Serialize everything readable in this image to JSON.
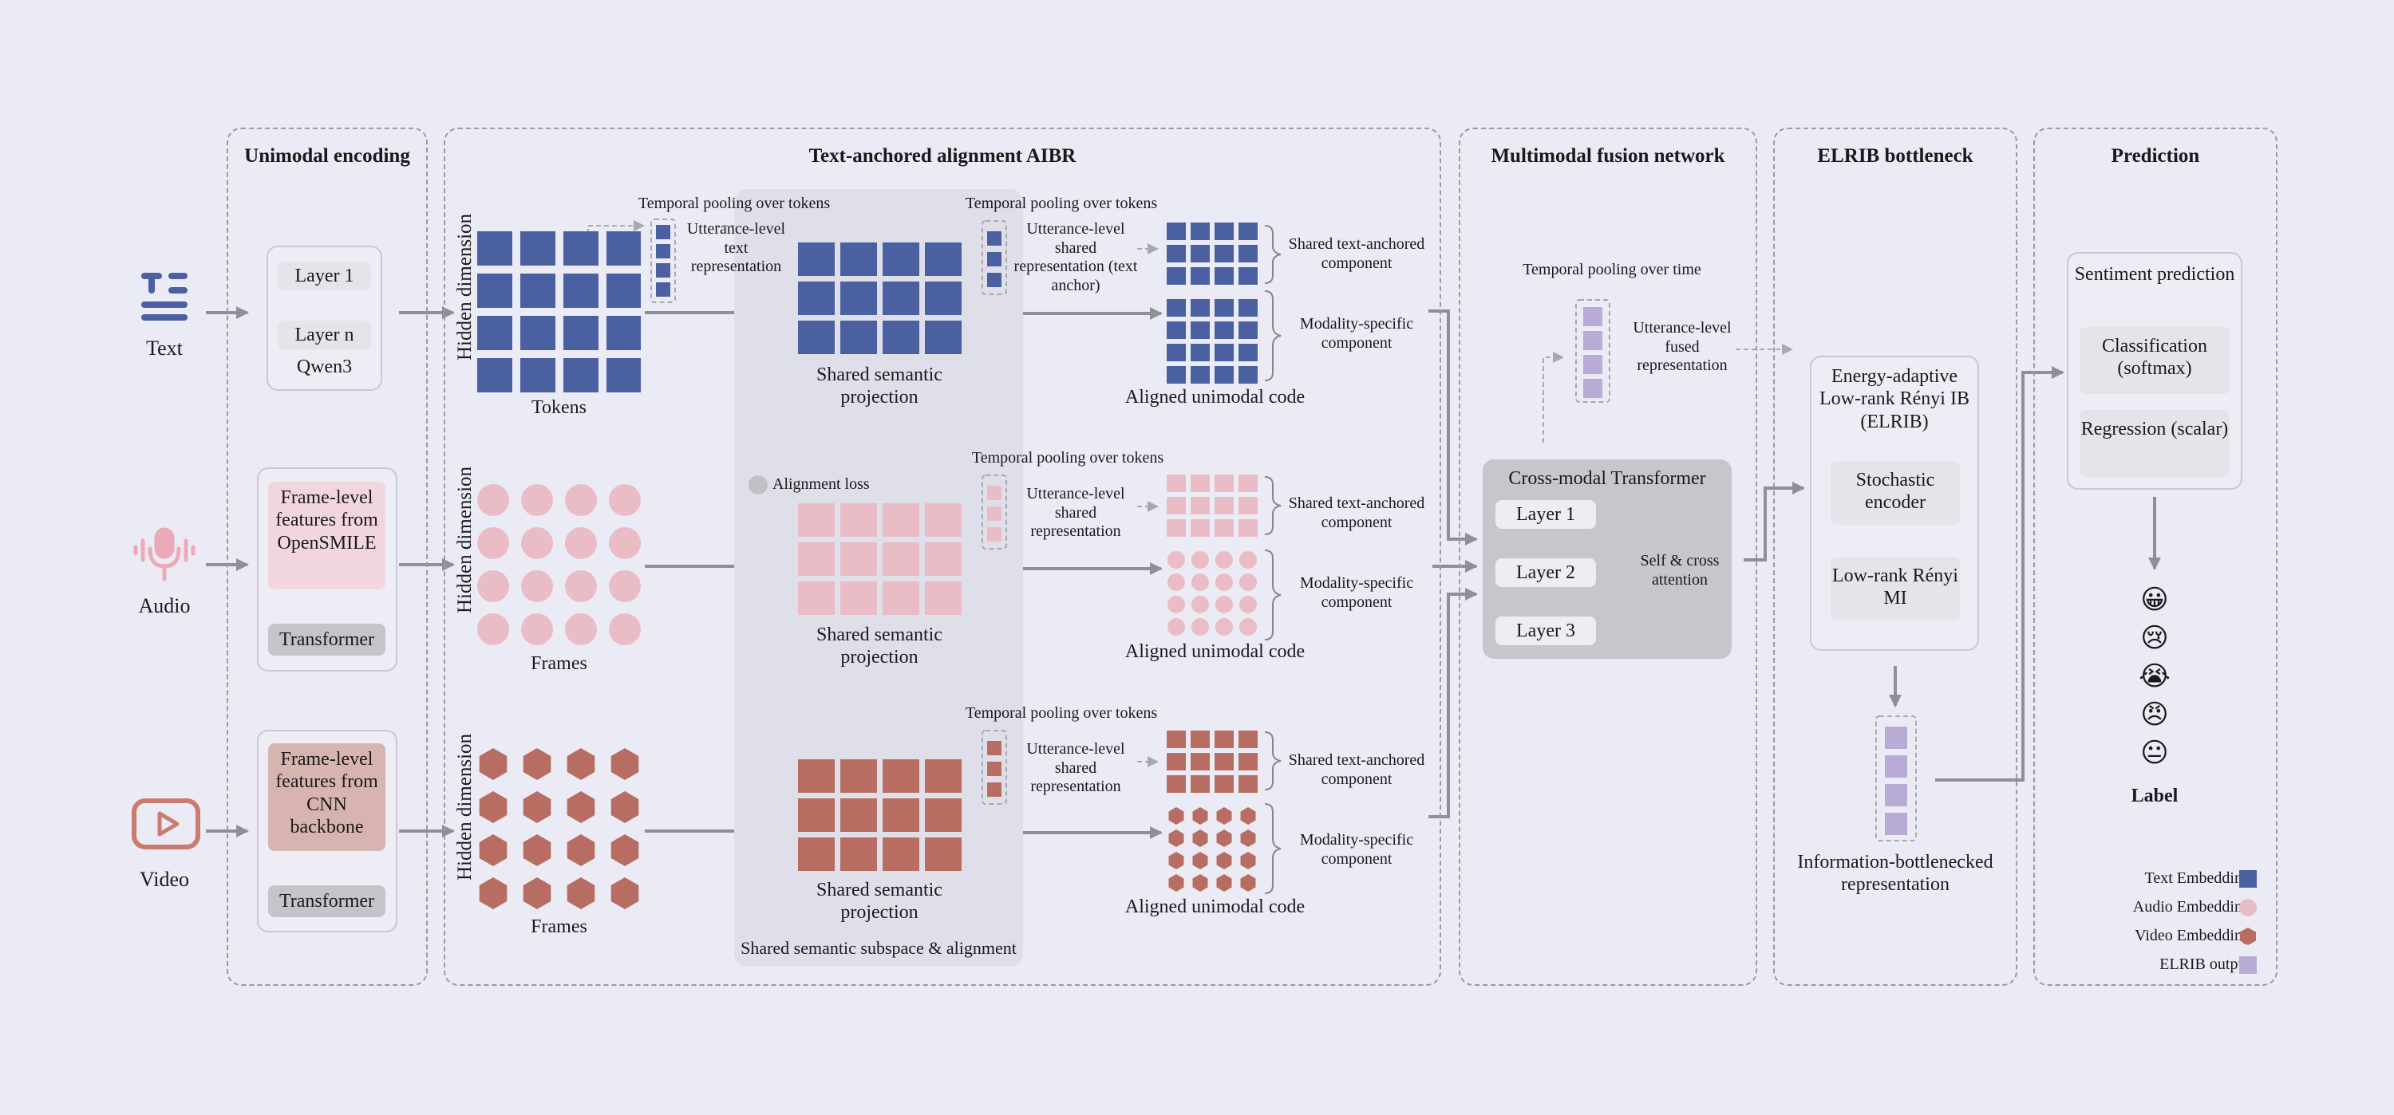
{
  "panels": {
    "unimodal": "Unimodal encoding",
    "alignment": "Text-anchored alignment AIBR",
    "fusion": "Multimodal fusion network",
    "elrib": "ELRIB bottleneck",
    "prediction": "Prediction"
  },
  "inputs": {
    "text": "Text",
    "audio": "Audio",
    "video": "Video"
  },
  "encoders": {
    "text": {
      "layer1": "Layer 1",
      "layern": "Layer n",
      "model": "Qwen3"
    },
    "audio": {
      "features": "Frame-level features from OpenSMILE",
      "model": "Transformer"
    },
    "video": {
      "features": "Frame-level features from CNN backbone",
      "model": "Transformer"
    }
  },
  "alignment": {
    "hidden_dim": "Hidden dimension",
    "tokens": "Tokens",
    "frames": "Frames",
    "pool_tokens": "Temporal pooling over tokens",
    "utt_text": "Utterance-level text representation",
    "utt_shared_anchor": "Utterance-level shared representation (text anchor)",
    "utt_shared": "Utterance-level shared representation",
    "shared_proj": "Shared semantic projection",
    "alignment_loss": "Alignment loss",
    "subspace": "Shared semantic subspace & alignment",
    "shared_component": "Shared text-anchored component",
    "specific_component": "Modality-specific component",
    "aligned_code": "Aligned unimodal code"
  },
  "fusion": {
    "pool_time": "Temporal pooling over time",
    "utt_fused": "Utterance-level fused representation",
    "transformer": "Cross-modal Transformer",
    "layers": [
      "Layer 1",
      "Layer 2",
      "Layer 3"
    ],
    "attention": "Self & cross attention"
  },
  "elrib": {
    "title": "Energy-adaptive Low-rank Rényi IB (ELRIB)",
    "encoder": "Stochastic encoder",
    "mi": "Low-rank Rényi MI",
    "output": "Information-bottlenecked representation"
  },
  "prediction": {
    "title": "Sentiment prediction",
    "classification": "Classification (softmax)",
    "regression": "Regression (scalar)",
    "label": "Label",
    "emojis": [
      "😀",
      "😢",
      "😭",
      "😠",
      "😐"
    ]
  },
  "legend": [
    {
      "label": "Text Embedding",
      "shape": "square",
      "color": "#4a60a1"
    },
    {
      "label": "Audio Embedding",
      "shape": "circle",
      "color": "#e9bcc6"
    },
    {
      "label": "Video Embedding",
      "shape": "hexagon",
      "color": "#b86d62"
    },
    {
      "label": "ELRIB output",
      "shape": "square",
      "color": "#b8acd6"
    }
  ],
  "colors": {
    "text": "#4a60a1",
    "audio": "#e9bcc6",
    "video": "#b86d62",
    "elrib": "#b8acd6",
    "loss": "#e56050",
    "arrow": "#8f8f96"
  }
}
